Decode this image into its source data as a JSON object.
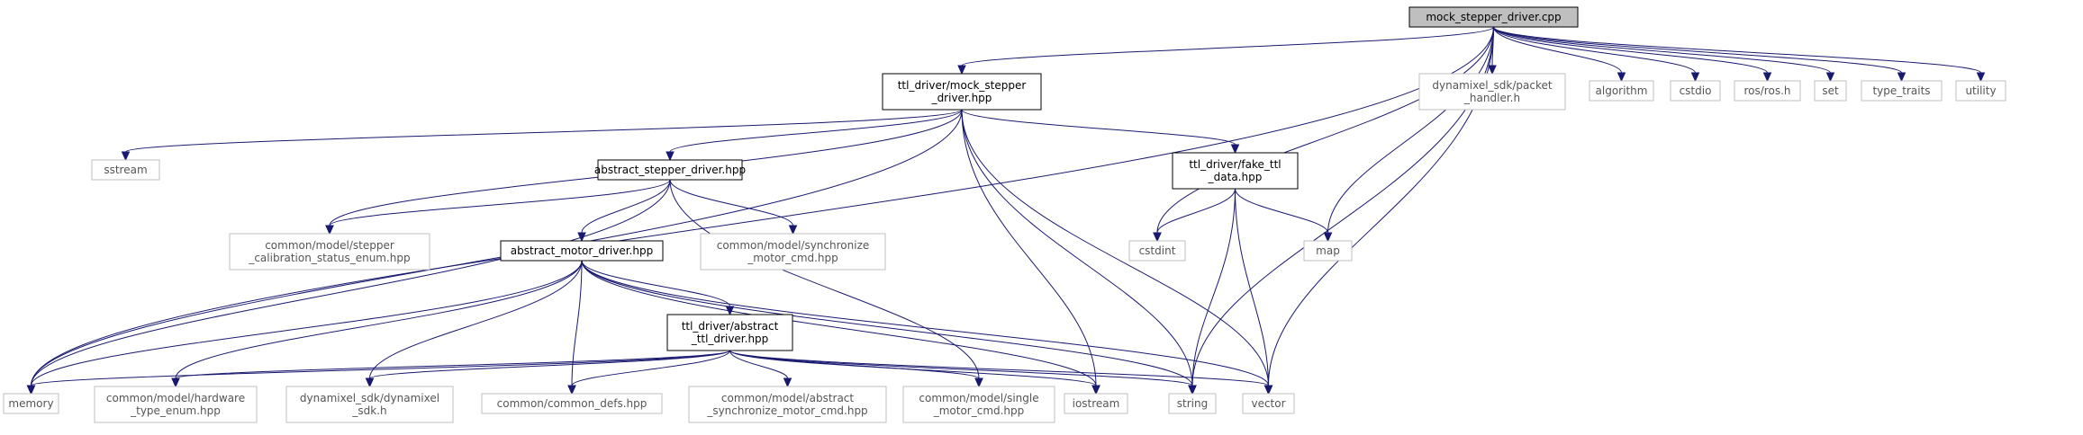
{
  "graph": {
    "colors": {
      "edge": "#191970",
      "root_fill": "#bfbfbf",
      "internal_border": "#000000",
      "external_border": "#bfbfbf"
    },
    "nodes": [
      {
        "id": "root",
        "kind": "root",
        "lines": [
          "mock_stepper_driver.cpp"
        ]
      },
      {
        "id": "mock_hpp",
        "kind": "internal",
        "lines": [
          "ttl_driver/mock_stepper",
          "_driver.hpp"
        ]
      },
      {
        "id": "packet",
        "kind": "external",
        "lines": [
          "dynamixel_sdk/packet",
          "_handler.h"
        ]
      },
      {
        "id": "algorithm",
        "kind": "external",
        "lines": [
          "algorithm"
        ]
      },
      {
        "id": "cstdio",
        "kind": "external",
        "lines": [
          "cstdio"
        ]
      },
      {
        "id": "ros",
        "kind": "external",
        "lines": [
          "ros/ros.h"
        ]
      },
      {
        "id": "set",
        "kind": "external",
        "lines": [
          "set"
        ]
      },
      {
        "id": "type_traits",
        "kind": "external",
        "lines": [
          "type_traits"
        ]
      },
      {
        "id": "utility",
        "kind": "external",
        "lines": [
          "utility"
        ]
      },
      {
        "id": "sstream",
        "kind": "external",
        "lines": [
          "sstream"
        ]
      },
      {
        "id": "abs_stepper",
        "kind": "internal",
        "lines": [
          "abstract_stepper_driver.hpp"
        ]
      },
      {
        "id": "fake_ttl",
        "kind": "internal",
        "lines": [
          "ttl_driver/fake_ttl",
          "_data.hpp"
        ]
      },
      {
        "id": "calib",
        "kind": "external",
        "lines": [
          "common/model/stepper",
          "_calibration_status_enum.hpp"
        ]
      },
      {
        "id": "abs_motor",
        "kind": "internal",
        "lines": [
          "abstract_motor_driver.hpp"
        ]
      },
      {
        "id": "sync_cmd",
        "kind": "external",
        "lines": [
          "common/model/synchronize",
          "_motor_cmd.hpp"
        ]
      },
      {
        "id": "cstdint",
        "kind": "external",
        "lines": [
          "cstdint"
        ]
      },
      {
        "id": "map",
        "kind": "external",
        "lines": [
          "map"
        ]
      },
      {
        "id": "abs_ttl",
        "kind": "internal",
        "lines": [
          "ttl_driver/abstract",
          "_ttl_driver.hpp"
        ]
      },
      {
        "id": "memory",
        "kind": "external",
        "lines": [
          "memory"
        ]
      },
      {
        "id": "hw_enum",
        "kind": "external",
        "lines": [
          "common/model/hardware",
          "_type_enum.hpp"
        ]
      },
      {
        "id": "dxl_sdk",
        "kind": "external",
        "lines": [
          "dynamixel_sdk/dynamixel",
          "_sdk.h"
        ]
      },
      {
        "id": "common_defs",
        "kind": "external",
        "lines": [
          "common/common_defs.hpp"
        ]
      },
      {
        "id": "abs_sync",
        "kind": "external",
        "lines": [
          "common/model/abstract",
          "_synchronize_motor_cmd.hpp"
        ]
      },
      {
        "id": "single_cmd",
        "kind": "external",
        "lines": [
          "common/model/single",
          "_motor_cmd.hpp"
        ]
      },
      {
        "id": "iostream",
        "kind": "external",
        "lines": [
          "iostream"
        ]
      },
      {
        "id": "string",
        "kind": "external",
        "lines": [
          "string"
        ]
      },
      {
        "id": "vector",
        "kind": "external",
        "lines": [
          "vector"
        ]
      }
    ],
    "edges": [
      [
        "root",
        "mock_hpp"
      ],
      [
        "root",
        "packet"
      ],
      [
        "root",
        "algorithm"
      ],
      [
        "root",
        "cstdio"
      ],
      [
        "root",
        "ros"
      ],
      [
        "root",
        "set"
      ],
      [
        "root",
        "type_traits"
      ],
      [
        "root",
        "utility"
      ],
      [
        "root",
        "memory"
      ],
      [
        "root",
        "string"
      ],
      [
        "root",
        "cstdint"
      ],
      [
        "root",
        "map"
      ],
      [
        "root",
        "vector"
      ],
      [
        "mock_hpp",
        "sstream"
      ],
      [
        "mock_hpp",
        "abs_stepper"
      ],
      [
        "mock_hpp",
        "fake_ttl"
      ],
      [
        "mock_hpp",
        "calib"
      ],
      [
        "mock_hpp",
        "iostream"
      ],
      [
        "mock_hpp",
        "string"
      ],
      [
        "mock_hpp",
        "vector"
      ],
      [
        "mock_hpp",
        "memory"
      ],
      [
        "abs_stepper",
        "abs_motor"
      ],
      [
        "abs_stepper",
        "sync_cmd"
      ],
      [
        "abs_stepper",
        "calib"
      ],
      [
        "abs_stepper",
        "single_cmd"
      ],
      [
        "abs_stepper",
        "memory"
      ],
      [
        "fake_ttl",
        "cstdint"
      ],
      [
        "fake_ttl",
        "map"
      ],
      [
        "fake_ttl",
        "string"
      ],
      [
        "fake_ttl",
        "vector"
      ],
      [
        "abs_motor",
        "abs_ttl"
      ],
      [
        "abs_motor",
        "memory"
      ],
      [
        "abs_motor",
        "hw_enum"
      ],
      [
        "abs_motor",
        "dxl_sdk"
      ],
      [
        "abs_motor",
        "common_defs"
      ],
      [
        "abs_motor",
        "iostream"
      ],
      [
        "abs_motor",
        "string"
      ],
      [
        "abs_motor",
        "vector"
      ],
      [
        "abs_ttl",
        "memory"
      ],
      [
        "abs_ttl",
        "hw_enum"
      ],
      [
        "abs_ttl",
        "dxl_sdk"
      ],
      [
        "abs_ttl",
        "common_defs"
      ],
      [
        "abs_ttl",
        "abs_sync"
      ],
      [
        "abs_ttl",
        "single_cmd"
      ],
      [
        "abs_ttl",
        "iostream"
      ],
      [
        "abs_ttl",
        "string"
      ],
      [
        "abs_ttl",
        "vector"
      ]
    ]
  }
}
